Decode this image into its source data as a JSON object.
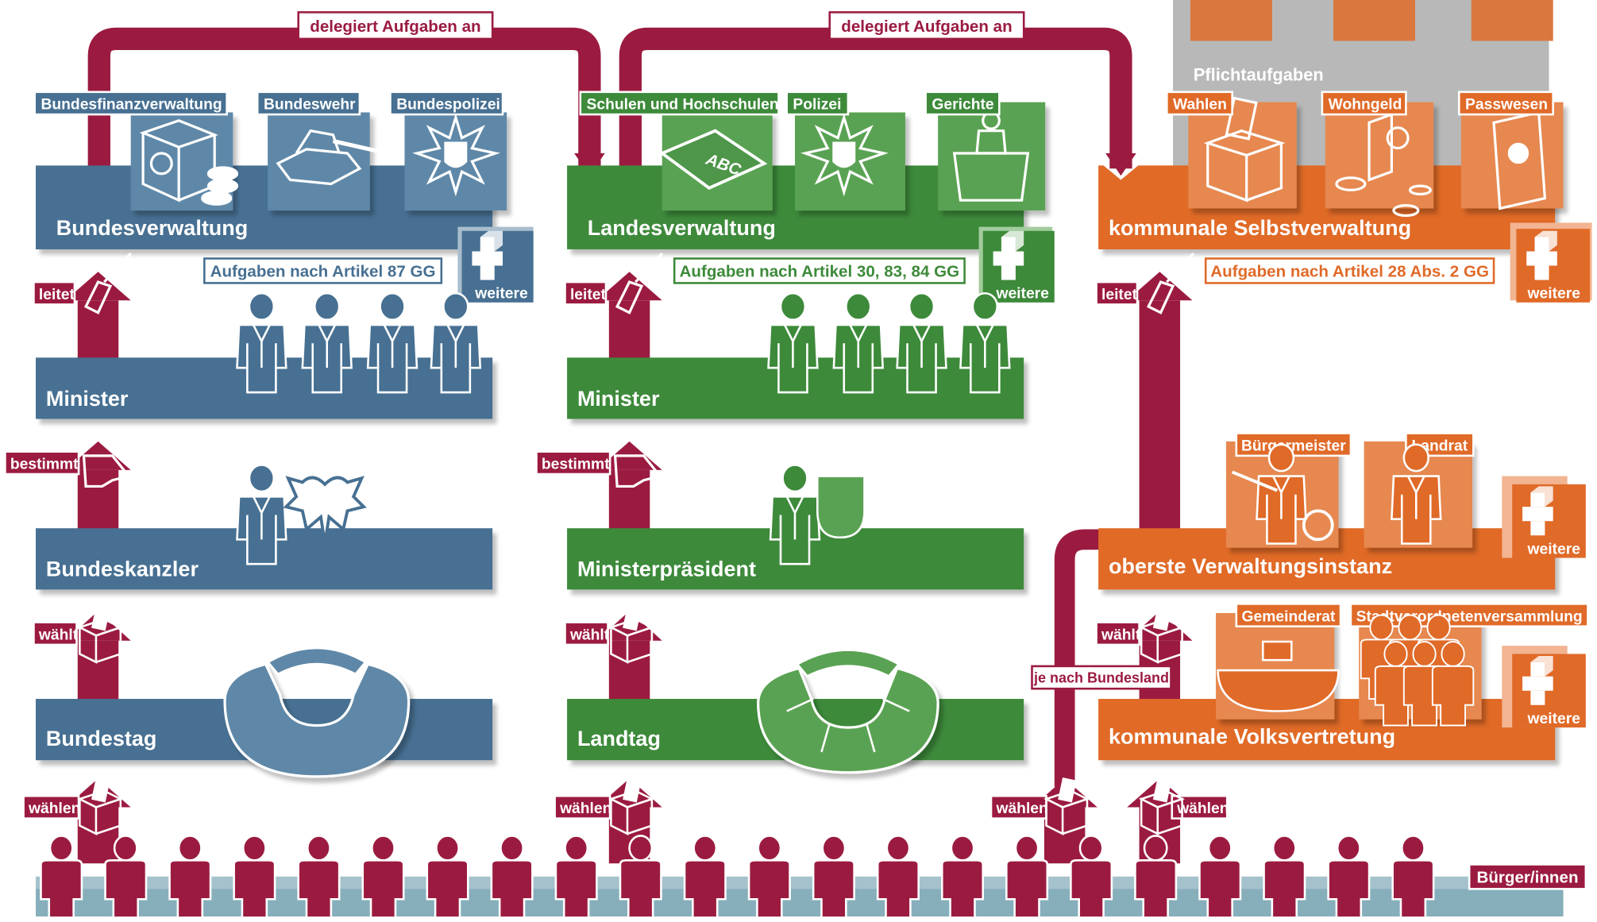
{
  "delegation": {
    "label_1": "delegiert Aufgaben an",
    "label_2": "delegiert Aufgaben an"
  },
  "federal": {
    "administration": "Bundesverwaltung",
    "minister": "Minister",
    "chancellor": "Bundeskanzler",
    "parliament": "Bundestag",
    "agencies": [
      "Bundesfinanzverwaltung",
      "Bundeswehr",
      "Bundespolizei"
    ],
    "tasks": "Aufgaben nach Artikel 87 GG",
    "more": "weitere"
  },
  "state": {
    "administration": "Landesverwaltung",
    "minister": "Minister",
    "premier": "Ministerpräsident",
    "parliament": "Landtag",
    "agencies": [
      "Schulen und Hochschulen",
      "Polizei",
      "Gerichte"
    ],
    "tasks": "Aufgaben nach Artikel 30, 83, 84 GG",
    "more": "weitere"
  },
  "municipal": {
    "administration": "kommunale Selbstverwaltung",
    "mandatory_tasks": "Pflichtaufgaben",
    "agencies": [
      "Wahlen",
      "Wohngeld",
      "Passwesen"
    ],
    "tasks": "Aufgaben nach Artikel 28 Abs. 2 GG",
    "more_admin": "weitere",
    "top_authority": "oberste Verwaltungsinstanz",
    "top_authority_roles": [
      "Bürgermeister",
      "Landrat"
    ],
    "more_top": "weitere",
    "representation": "kommunale Volksvertretung",
    "representation_bodies": [
      "Gemeinderat",
      "Stadtverordnetenversammlung"
    ],
    "more_rep": "weitere",
    "depends": "je nach Bundesland"
  },
  "relations": {
    "leads": "leitet",
    "determines": "bestimmt",
    "elects": "wählt",
    "vote": "wählen"
  },
  "citizens": "Bürger/innen",
  "colors": {
    "federal": "#477092",
    "state": "#3d8a3a",
    "municipal": "#e06a28",
    "arrow": "#9b1b40",
    "ground": "#87aebb",
    "gray": "#b8b8b8"
  },
  "icons": [
    "money-box-icon",
    "tank-icon",
    "police-star-icon",
    "chalkboard-icon",
    "judge-icon",
    "ballot-box-icon",
    "coins-icon",
    "passport-icon",
    "plus-cubes-icon",
    "official-icon",
    "eagle-icon",
    "shield-icon",
    "parliament-icon",
    "baton-icon",
    "pointing-hand-icon",
    "key-icon",
    "citizen-icon"
  ]
}
